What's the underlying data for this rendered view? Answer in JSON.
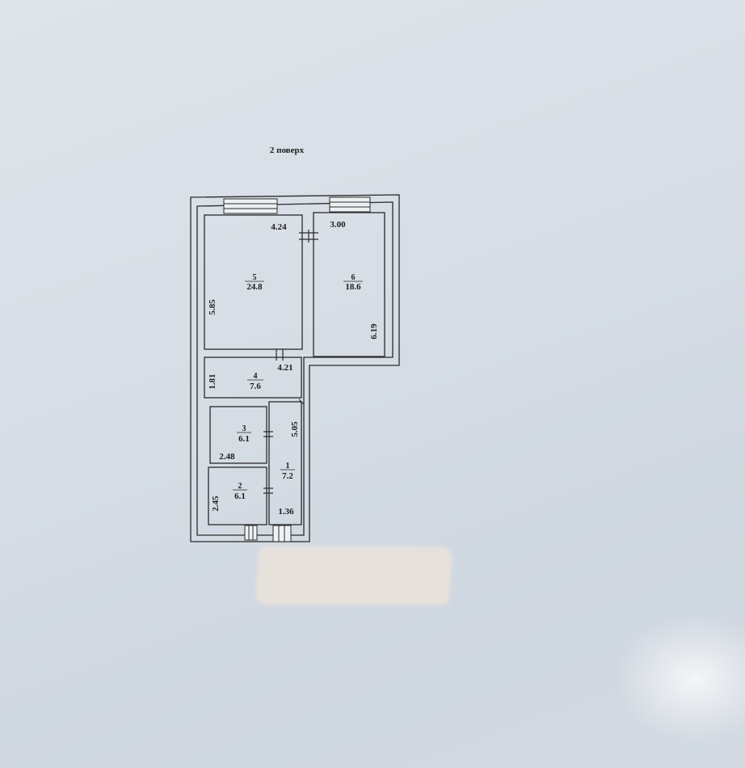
{
  "floor": {
    "title": "2 поверх"
  },
  "rooms": [
    {
      "number": "5",
      "area": "24.8"
    },
    {
      "number": "6",
      "area": "18.6"
    },
    {
      "number": "4",
      "area": "7.6"
    },
    {
      "number": "3",
      "area": "6.1"
    },
    {
      "number": "2",
      "area": "6.1"
    },
    {
      "number": "1",
      "area": "7.2"
    }
  ],
  "dimensions": {
    "room5_width": "4.24",
    "room5_height": "5.85",
    "room6_width": "3.00",
    "room6_height": "6.19",
    "room4_width": "4.21",
    "room4_height": "1.81",
    "room3_width": "2.48",
    "room2_height": "2.45",
    "room1_height": "5.05",
    "room1_width": "1.36"
  },
  "colors": {
    "line": "#2a2a2a",
    "paper": "#d9dfe6"
  }
}
